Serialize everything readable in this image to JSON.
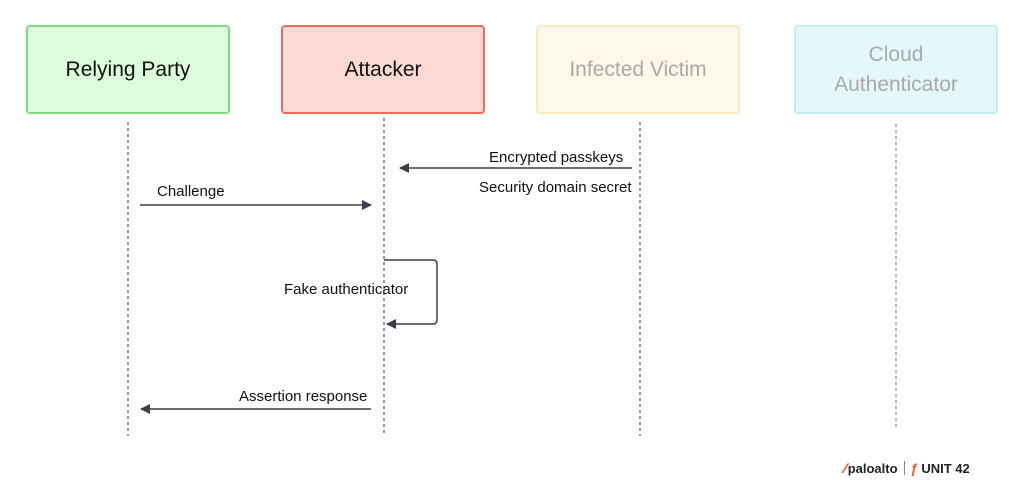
{
  "actors": [
    {
      "label": "Relying Party",
      "color": "#dcfcdc",
      "border": "#7edd7e",
      "dimmed": false
    },
    {
      "label": "Attacker",
      "color": "#fdd9d3",
      "border": "#ef6c5d",
      "dimmed": false
    },
    {
      "label": "Infected Victim",
      "color": "#fff8ea",
      "border": "#fde8bf",
      "dimmed": true
    },
    {
      "label": "Cloud\nAuthenticator",
      "color": "#e4f8fb",
      "border": "#bfeff6",
      "dimmed": true
    }
  ],
  "messages": {
    "encrypted_passkeys": "Encrypted passkeys",
    "security_domain_secret": "Security domain secret",
    "challenge": "Challenge",
    "fake_authenticator": "Fake authenticator",
    "assertion_response": "Assertion response"
  },
  "branding": {
    "paloalto": "paloalto",
    "unit42": "UNIT 42"
  }
}
